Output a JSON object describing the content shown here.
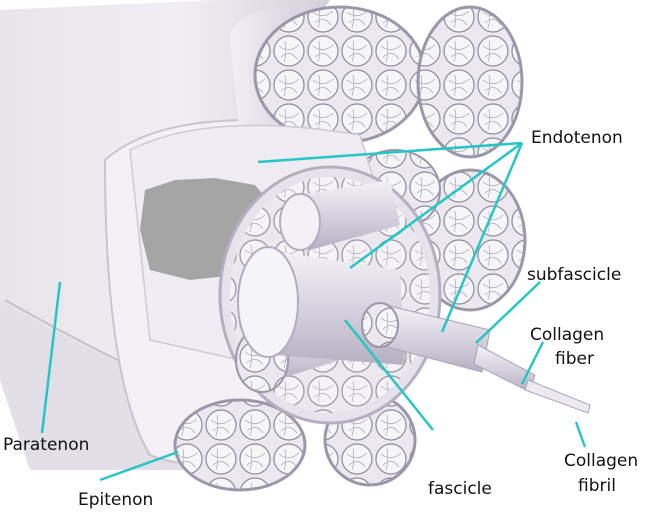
{
  "labels": {
    "endotenon": "Endotenon",
    "subfascicle": "subfascicle",
    "collagen_fiber_line1": "Collagen",
    "collagen_fiber_line2": "fiber",
    "paratenon": "Paratenon",
    "epitenon": "Epitenon",
    "fascicle": "fascicle",
    "collagen_fibril_line1": "Collagen",
    "collagen_fibril_line2": "fibril"
  },
  "colors": {
    "leader_line": "#27c6c6",
    "tissue_light": "#ece9f1",
    "tissue_mid": "#d9d4e2",
    "tissue_dark": "#b9b3c6",
    "label_text": "#111111"
  }
}
